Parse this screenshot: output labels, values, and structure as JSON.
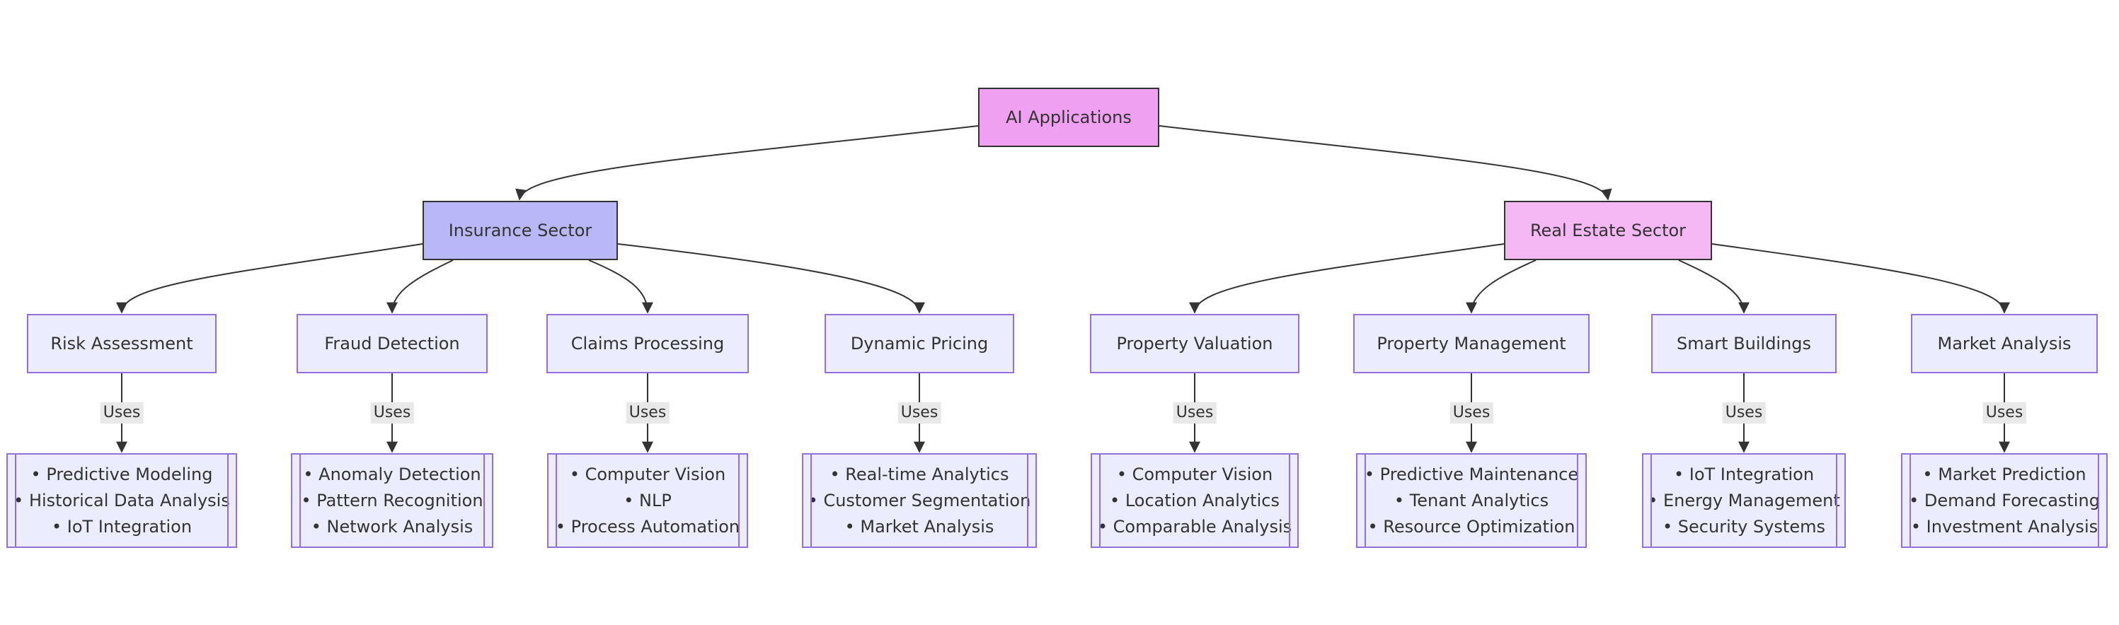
{
  "root": {
    "label": "AI Applications"
  },
  "sectors": [
    {
      "label": "Insurance Sector"
    },
    {
      "label": "Real Estate Sector"
    }
  ],
  "edge_label": "Uses",
  "apps": [
    {
      "label": "Risk Assessment",
      "tech": [
        "• Predictive Modeling",
        "• Historical Data Analysis",
        "• IoT Integration"
      ]
    },
    {
      "label": "Fraud Detection",
      "tech": [
        "• Anomaly Detection",
        "• Pattern Recognition",
        "• Network Analysis"
      ]
    },
    {
      "label": "Claims Processing",
      "tech": [
        "• Computer Vision",
        "• NLP",
        "• Process Automation"
      ]
    },
    {
      "label": "Dynamic Pricing",
      "tech": [
        "• Real-time Analytics",
        "• Customer Segmentation",
        "• Market Analysis"
      ]
    },
    {
      "label": "Property Valuation",
      "tech": [
        "• Computer Vision",
        "• Location Analytics",
        "• Comparable Analysis"
      ]
    },
    {
      "label": "Property Management",
      "tech": [
        "• Predictive Maintenance",
        "• Tenant Analytics",
        "• Resource Optimization"
      ]
    },
    {
      "label": "Smart Buildings",
      "tech": [
        "• IoT Integration",
        "• Energy Management",
        "• Security Systems"
      ]
    },
    {
      "label": "Market Analysis",
      "tech": [
        "• Market Prediction",
        "• Demand Forecasting",
        "• Investment Analysis"
      ]
    }
  ],
  "colors": {
    "root_fill": "#F0A0F0",
    "insurance_fill": "#B8B8F8",
    "realestate_fill": "#F5B8F5",
    "node_fill": "#ECECFF",
    "node_border": "#9370DB",
    "edge": "#333333"
  }
}
